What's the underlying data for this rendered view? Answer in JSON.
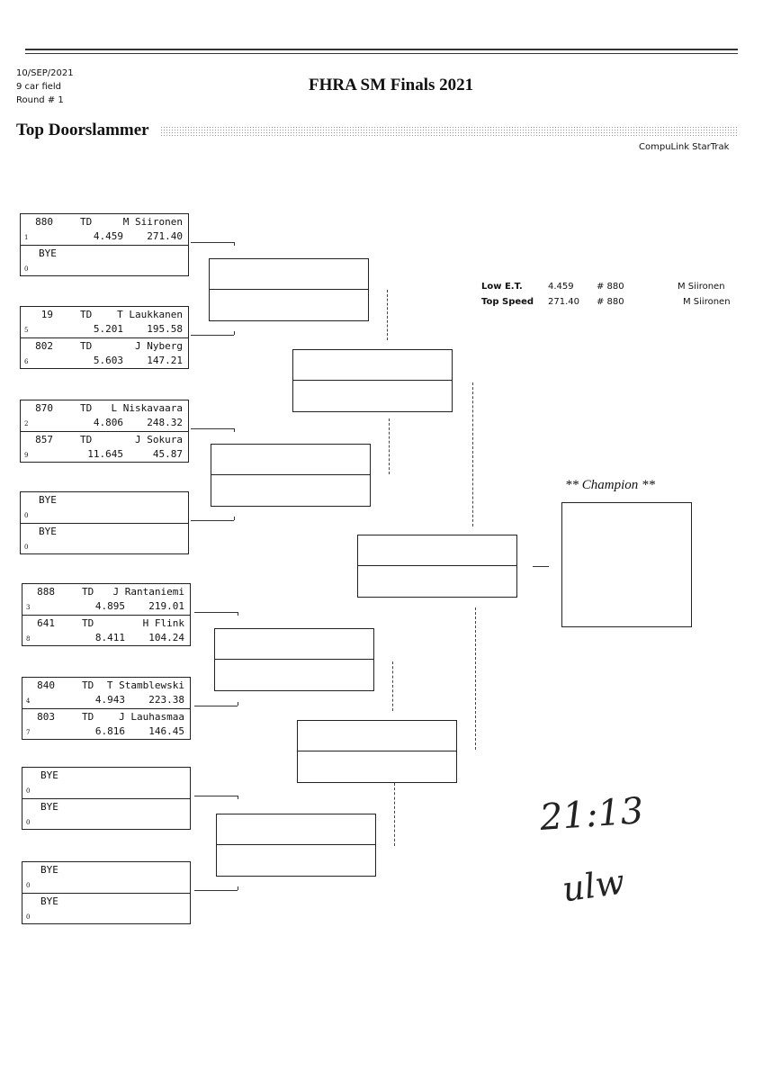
{
  "header": {
    "date": "10/SEP/2021",
    "field": "9 car field",
    "round": "Round # 1",
    "title": "FHRA SM Finals 2021",
    "category": "Top Doorslammer",
    "system": "CompuLink StarTrak"
  },
  "records": {
    "low_et": {
      "label": "Low  E.T.",
      "value": "4.459",
      "car": "# 880",
      "driver": "M Siironen"
    },
    "top_speed": {
      "label": "Top Speed",
      "value": "271.40",
      "car": "# 880",
      "driver": "M Siironen"
    }
  },
  "champion_label": "** Champion **",
  "round1": [
    {
      "top": {
        "car": "880",
        "cls": "TD",
        "driver": "M Siironen",
        "et": "4.459",
        "mph": "271.40",
        "seed": "1"
      },
      "bottom": {
        "car": "BYE",
        "cls": "",
        "driver": "",
        "et": "",
        "mph": "",
        "seed": "0"
      }
    },
    {
      "top": {
        "car": "19",
        "cls": "TD",
        "driver": "T Laukkanen",
        "et": "5.201",
        "mph": "195.58",
        "seed": "5"
      },
      "bottom": {
        "car": "802",
        "cls": "TD",
        "driver": "J Nyberg",
        "et": "5.603",
        "mph": "147.21",
        "seed": "6"
      }
    },
    {
      "top": {
        "car": "870",
        "cls": "TD",
        "driver": "L Niskavaara",
        "et": "4.806",
        "mph": "248.32",
        "seed": "2"
      },
      "bottom": {
        "car": "857",
        "cls": "TD",
        "driver": "J Sokura",
        "et": "11.645",
        "mph": "45.87",
        "seed": "9"
      }
    },
    {
      "top": {
        "car": "BYE",
        "cls": "",
        "driver": "",
        "et": "",
        "mph": "",
        "seed": "0"
      },
      "bottom": {
        "car": "BYE",
        "cls": "",
        "driver": "",
        "et": "",
        "mph": "",
        "seed": "0"
      }
    },
    {
      "top": {
        "car": "888",
        "cls": "TD",
        "driver": "J Rantaniemi",
        "et": "4.895",
        "mph": "219.01",
        "seed": "3"
      },
      "bottom": {
        "car": "641",
        "cls": "TD",
        "driver": "H Flink",
        "et": "8.411",
        "mph": "104.24",
        "seed": "8"
      }
    },
    {
      "top": {
        "car": "840",
        "cls": "TD",
        "driver": "T Stamblewski",
        "et": "4.943",
        "mph": "223.38",
        "seed": "4"
      },
      "bottom": {
        "car": "803",
        "cls": "TD",
        "driver": "J Lauhasmaa",
        "et": "6.816",
        "mph": "146.45",
        "seed": "7"
      }
    },
    {
      "top": {
        "car": "BYE",
        "cls": "",
        "driver": "",
        "et": "",
        "mph": "",
        "seed": "0"
      },
      "bottom": {
        "car": "BYE",
        "cls": "",
        "driver": "",
        "et": "",
        "mph": "",
        "seed": "0"
      }
    },
    {
      "top": {
        "car": "BYE",
        "cls": "",
        "driver": "",
        "et": "",
        "mph": "",
        "seed": "0"
      },
      "bottom": {
        "car": "BYE",
        "cls": "",
        "driver": "",
        "et": "",
        "mph": "",
        "seed": "0"
      }
    }
  ],
  "handwritten": {
    "time": "21:13",
    "signature": "ulw"
  }
}
